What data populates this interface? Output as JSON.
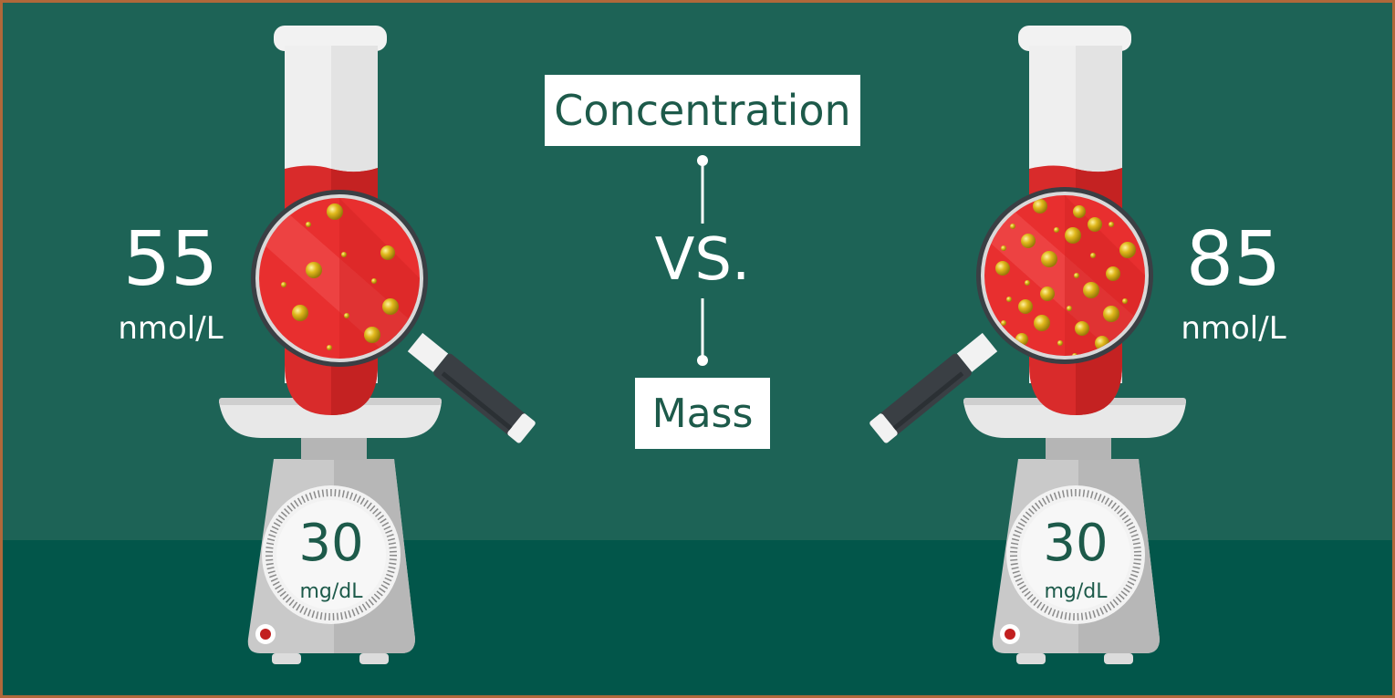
{
  "labels": {
    "top": "Concentration",
    "middle": "VS.",
    "bottom": "Mass"
  },
  "left_sample": {
    "value": "55",
    "unit": "nmol/L",
    "scale_value": "30",
    "scale_unit": "mg/dL"
  },
  "right_sample": {
    "value": "85",
    "unit": "nmol/L",
    "scale_value": "30",
    "scale_unit": "mg/dL"
  },
  "colors": {
    "background": "#1d6356",
    "floor": "#02564a",
    "blood": "#d92b2b",
    "particle": "#d9b21c",
    "label_text": "#1d5a4a"
  },
  "icons": [
    "test-tube-icon",
    "magnifying-glass-icon",
    "weighing-scale-icon"
  ]
}
